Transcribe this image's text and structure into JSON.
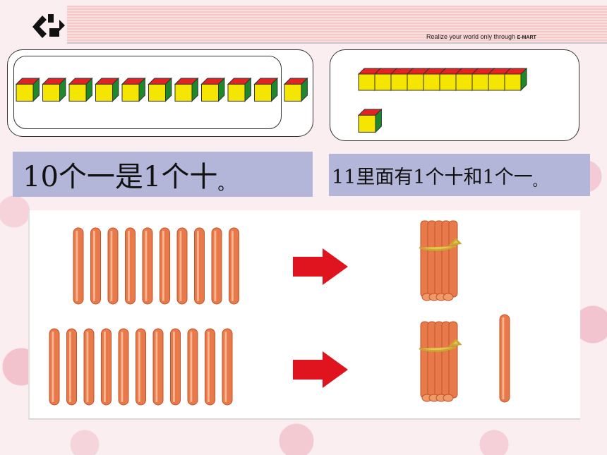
{
  "header": {
    "logo_icon": "emart-logo-icon",
    "tagline": "Realize your world only through",
    "brand": "E-MART"
  },
  "blocks": {
    "single_cube_count": 11,
    "rod_length": 10,
    "rod_plus_single": 1,
    "colors": {
      "top": "#e52220",
      "front": "#f4e600",
      "side": "#1c8a2a"
    }
  },
  "labels": {
    "left_text": "10个一是1个十",
    "left_mark": "。",
    "right_text": "11里面有1个十和1个一",
    "right_mark": "。"
  },
  "sticks": {
    "row1_count": 10,
    "row2_count": 11,
    "row2_result_single": 1,
    "arrow_color": "#e0141e",
    "stick_color": "#e8794a"
  }
}
